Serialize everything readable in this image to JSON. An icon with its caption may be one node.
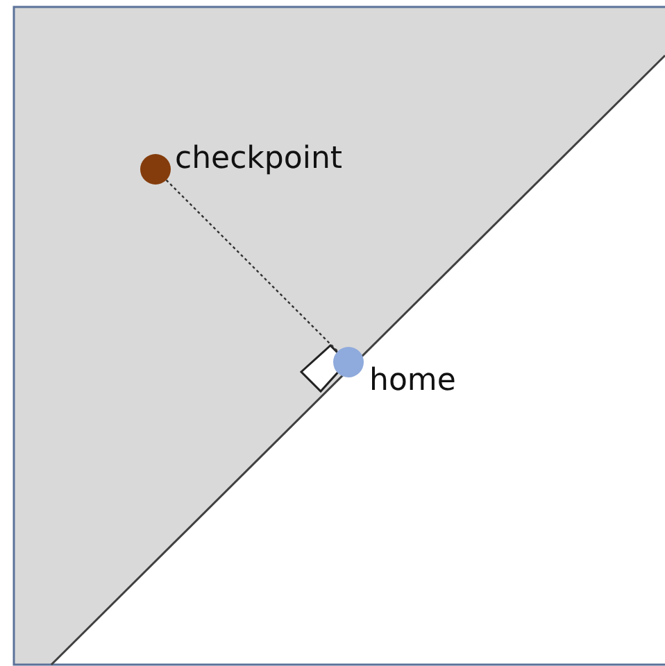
{
  "diagram": {
    "nodes": [
      {
        "text": [],
        "shape": "circle",
        "beside": [
          "checkpoint"
        ]
      },
      {
        "text": [],
        "shape": "circle",
        "beside": [
          "home"
        ]
      }
    ],
    "edges": [
      {
        "from": 0,
        "to": 1,
        "arrow": "none",
        "style": "dashed"
      }
    ]
  }
}
